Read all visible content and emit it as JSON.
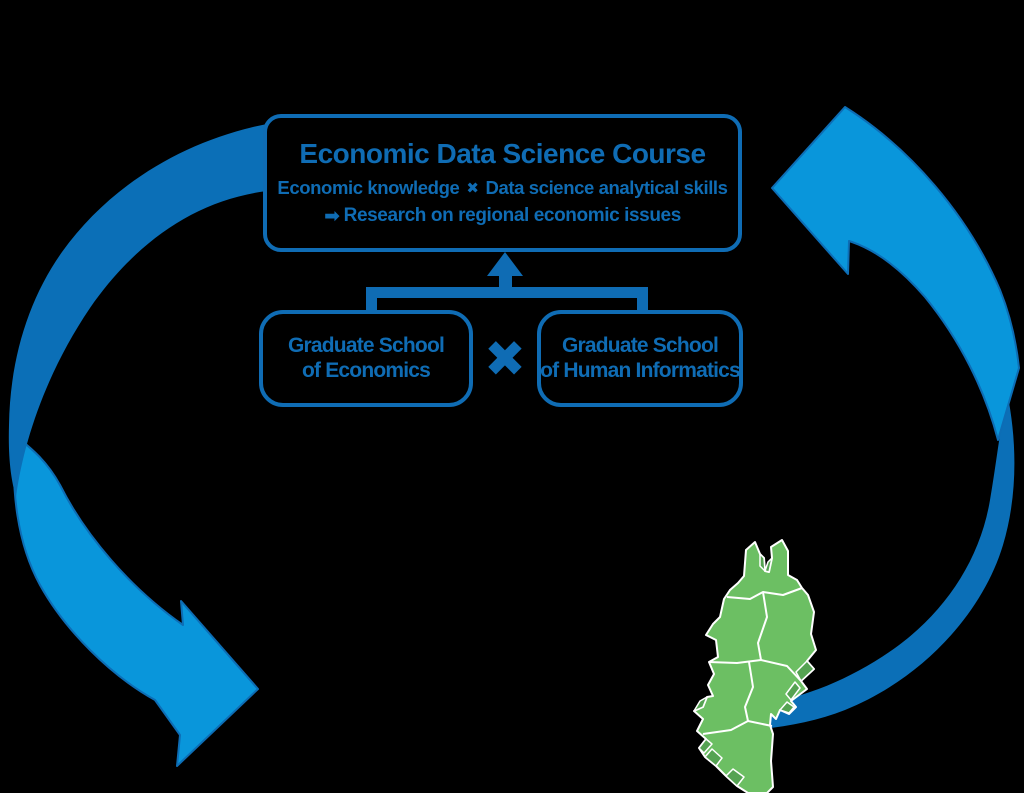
{
  "colors": {
    "background": "#000000",
    "primary_blue": "#0f6cb4",
    "arrow_dark_blue": "#0b6fb7",
    "arrow_light_blue": "#0996db",
    "map_green": "#6cbf63",
    "map_green_shade": "#55a352",
    "map_border_white": "#ffffff"
  },
  "course_box": {
    "title": "Economic Data Science Course",
    "formula_left": "Economic knowledge",
    "formula_operator": "✖",
    "formula_right": "Data science analytical skills",
    "result_arrow": "➡",
    "result_text": "Research on regional economic issues"
  },
  "schools": {
    "economics": {
      "line1": "Graduate School",
      "line2": "of Economics"
    },
    "operator": "✖",
    "human_informatics": {
      "line1": "Graduate School",
      "line2": "of Human Informatics"
    }
  },
  "icons": {
    "left_cycle_arrow": "curved-arrow-down-right-icon",
    "right_cycle_arrow": "curved-arrow-up-left-icon",
    "merge_connector": "up-arrow-icon",
    "formula_operator": "multiply-icon",
    "result_arrow": "right-arrow-icon",
    "map": "japan-tohoku-region-map"
  }
}
